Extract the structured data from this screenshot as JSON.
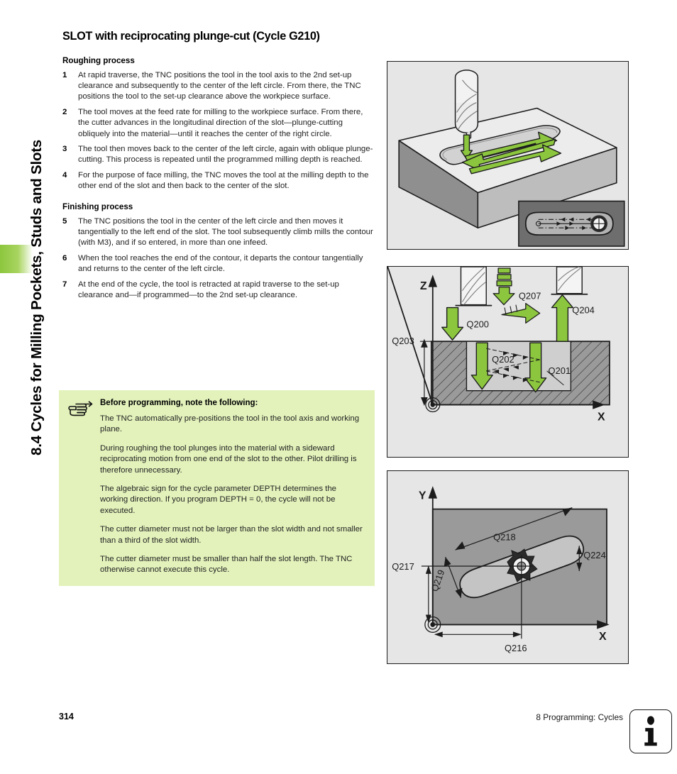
{
  "sidebar": {
    "chapter_title": "8.4 Cycles for Milling Pockets, Studs and Slots",
    "tab_color": "#8cc63e"
  },
  "page": {
    "title": "SLOT with reciprocating plunge-cut (Cycle G210)"
  },
  "roughing": {
    "heading": "Roughing process",
    "steps": [
      {
        "num": "1",
        "text": "At rapid traverse, the TNC positions the tool in the tool axis to the 2nd set-up clearance and subsequently to the center of the left circle. From there, the TNC positions the tool to the set-up clearance above the workpiece surface."
      },
      {
        "num": "2",
        "text": "The tool moves at the feed rate for milling to the workpiece surface. From there, the cutter advances in the longitudinal direction of the slot—plunge-cutting obliquely into the material—until it reaches the center of the right circle."
      },
      {
        "num": "3",
        "text": "The tool then moves back to the center of the left circle, again with oblique plunge-cutting. This process is repeated until the programmed milling depth is reached."
      },
      {
        "num": "4",
        "text": "For the purpose of face milling, the TNC moves the tool at the milling depth to the other end of the slot and then back to the center of the slot."
      }
    ]
  },
  "finishing": {
    "heading": "Finishing process",
    "steps": [
      {
        "num": "5",
        "text": "The TNC positions the tool in the center of the left circle and then moves it tangentially to the left end of the slot. The tool subsequently climb mills the contour (with M3), and if so entered, in more than one infeed."
      },
      {
        "num": "6",
        "text": "When the tool reaches the end of the contour, it departs the contour tangentially and returns to the center of the left circle."
      },
      {
        "num": "7",
        "text": "At the end of the cycle, the tool is retracted at rapid traverse to the set-up clearance and—if programmed—to the 2nd set-up clearance."
      }
    ]
  },
  "note_box": {
    "icon": "pointing-hand-icon",
    "background_color": "#e3f2bb",
    "title": "Before programming, note the following:",
    "paragraphs": [
      "The TNC automatically pre-positions the tool in the tool axis and working plane.",
      "During roughing the tool plunges into the material with a sideward reciprocating motion from one end of the slot to the other. Pilot drilling is therefore unnecessary.",
      "The algebraic sign for the cycle parameter DEPTH determines the working direction. If you program DEPTH = 0, the cycle will not be executed.",
      "The cutter diameter must not be larger than the slot width and not smaller than a third of the slot width.",
      "The cutter diameter must be smaller than half the slot length. The TNC otherwise cannot execute this cycle."
    ]
  },
  "figures": {
    "accent_green": "#8cc63e",
    "figure_1": {
      "name": "isometric-slot-milling-view",
      "inset_name": "slot-toolpath-inset"
    },
    "figure_2": {
      "name": "zx-section-parameters-view",
      "axis_z": "Z",
      "axis_x": "X",
      "labels": [
        "Q203",
        "Q200",
        "Q207",
        "Q204",
        "Q202",
        "Q201"
      ]
    },
    "figure_3": {
      "name": "xy-top-view-parameters",
      "axis_y": "Y",
      "axis_x": "X",
      "labels": [
        "Q218",
        "Q219",
        "Q224",
        "Q216",
        "Q217"
      ]
    }
  },
  "footer": {
    "page_number": "314",
    "chapter": "8 Programming: Cycles",
    "info_icon": "info-icon"
  }
}
